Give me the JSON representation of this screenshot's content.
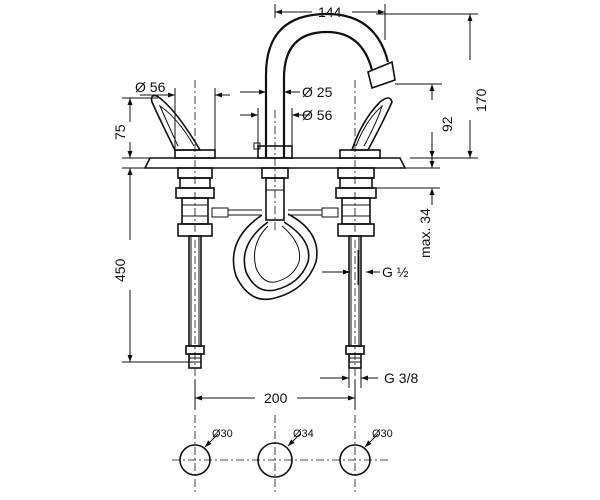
{
  "dimensions": {
    "spout_reach": "144",
    "handle_dia": "Ø 56",
    "spout_dia": "Ø 25",
    "spout_base_dia": "Ø 56",
    "handle_height": "75",
    "spout_height": "170",
    "outlet_height": "92",
    "max_deck": "max. 34",
    "below_deck": "450",
    "hose_thread": "G ½",
    "supply_thread": "G 3/8",
    "center_spacing": "200",
    "hole_left": "Ø30",
    "hole_mid": "Ø34",
    "hole_right": "Ø30"
  }
}
